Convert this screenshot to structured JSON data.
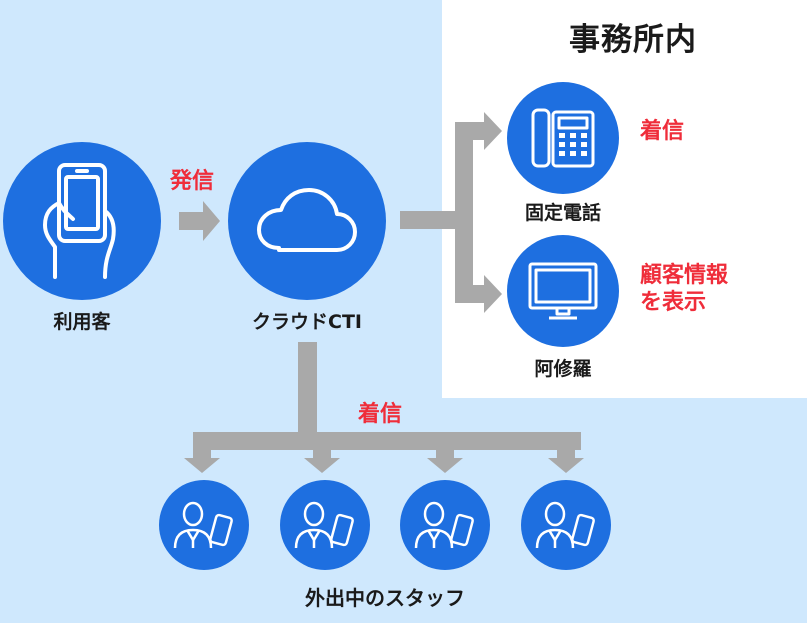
{
  "office": {
    "title": "事務所内"
  },
  "customer": {
    "label": "利用客",
    "icon": "smartphone-hand-icon"
  },
  "cloud": {
    "label": "クラウドCTI",
    "icon": "cloud-icon"
  },
  "landline": {
    "label": "固定電話",
    "icon": "desk-phone-icon",
    "status": "着信"
  },
  "ashura": {
    "label": "阿修羅",
    "icon": "monitor-icon",
    "status_line1": "顧客情報",
    "status_line2": "を表示"
  },
  "call_label": "発信",
  "staff": {
    "label": "外出中のスタッフ",
    "status": "着信",
    "count": 4,
    "icon": "staff-with-phone-icon"
  },
  "colors": {
    "accent": "#1e6fe0",
    "alert": "#ef2d3a",
    "arrow": "#a9a9a9",
    "background": "#cfe8fd"
  }
}
